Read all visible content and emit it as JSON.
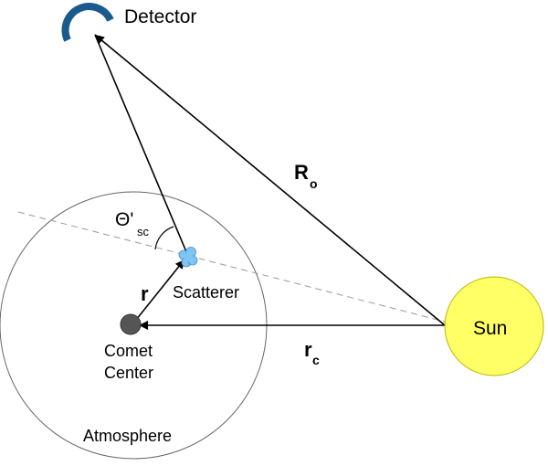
{
  "labels": {
    "detector": "Detector",
    "sun": "Sun",
    "ro_main": "R",
    "ro_sub": "o",
    "rc_main": "r",
    "rc_sub": "c",
    "r": "r",
    "scatterer": "Scatterer",
    "comet_line1": "Comet",
    "comet_line2": "Center",
    "atmosphere": "Atmosphere",
    "theta_main": "Θ'",
    "theta_sub": "sc"
  },
  "colors": {
    "sun_fill": "#ffff66",
    "sun_stroke": "#b8b800",
    "detector": "#1a5a8c",
    "comet": "#555555",
    "scatterer": "#7ec4f5",
    "line": "#000000",
    "dashed": "#999999"
  },
  "icons": {
    "detector": "detector-arc-icon",
    "comet": "comet-nucleus-icon",
    "scatterer": "scatterer-blob-icon"
  }
}
